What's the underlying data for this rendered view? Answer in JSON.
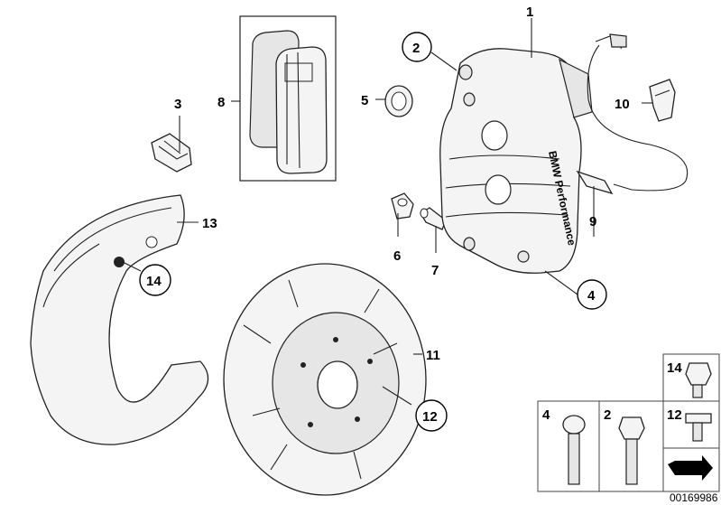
{
  "callouts": {
    "c1": "1",
    "c2": "2",
    "c3": "3",
    "c4": "4",
    "c5": "5",
    "c6": "6",
    "c7": "7",
    "c8": "8",
    "c9": "9",
    "c10": "10",
    "c11": "11",
    "c12": "12",
    "c13": "13",
    "c14": "14"
  },
  "caliper_text": "BMW Performance",
  "legend": {
    "l14": "14",
    "l12": "12",
    "l4": "4",
    "l2": "2"
  },
  "diagram_number": "00169986"
}
